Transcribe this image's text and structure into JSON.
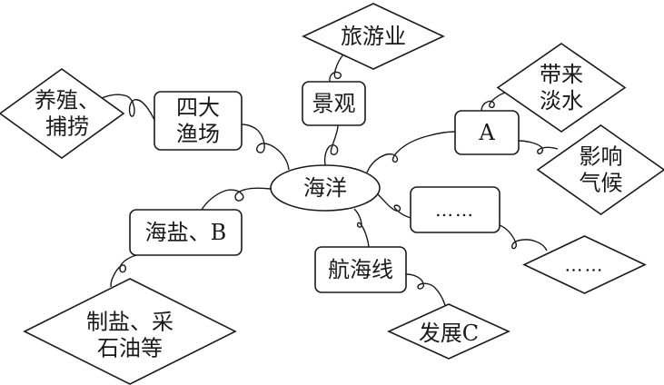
{
  "diagram": {
    "type": "mind-map",
    "center": {
      "id": "ocean",
      "shape": "ellipse",
      "lines": [
        "海洋"
      ]
    },
    "nodes": [
      {
        "id": "fisheries",
        "shape": "rounded-rect",
        "lines": [
          "四大",
          "渔场"
        ]
      },
      {
        "id": "aquaculture",
        "shape": "diamond",
        "lines": [
          "养殖、",
          "捕捞"
        ]
      },
      {
        "id": "scenery",
        "shape": "rounded-rect",
        "lines": [
          "景观"
        ]
      },
      {
        "id": "tourism",
        "shape": "diamond",
        "lines": [
          "旅游业"
        ]
      },
      {
        "id": "a",
        "shape": "rounded-rect",
        "lines": [
          "A"
        ]
      },
      {
        "id": "freshwater",
        "shape": "diamond",
        "lines": [
          "带来",
          "淡水"
        ]
      },
      {
        "id": "climate",
        "shape": "diamond",
        "lines": [
          "影响",
          "气候"
        ]
      },
      {
        "id": "more-box",
        "shape": "rounded-rect",
        "lines": [
          "……"
        ]
      },
      {
        "id": "more-diamond",
        "shape": "diamond",
        "lines": [
          "……"
        ]
      },
      {
        "id": "salt-b",
        "shape": "rounded-rect",
        "lines": [
          "海盐、B"
        ]
      },
      {
        "id": "salt-oil",
        "shape": "diamond",
        "lines": [
          "制盐、采",
          "石油等"
        ]
      },
      {
        "id": "shipping",
        "shape": "rounded-rect",
        "lines": [
          "航海线"
        ]
      },
      {
        "id": "develop-c",
        "shape": "diamond",
        "lines": [
          "发展C"
        ]
      }
    ],
    "edges": [
      [
        "ocean",
        "fisheries"
      ],
      [
        "fisheries",
        "aquaculture"
      ],
      [
        "ocean",
        "scenery"
      ],
      [
        "scenery",
        "tourism"
      ],
      [
        "ocean",
        "a"
      ],
      [
        "a",
        "freshwater"
      ],
      [
        "a",
        "climate"
      ],
      [
        "ocean",
        "more-box"
      ],
      [
        "more-box",
        "more-diamond"
      ],
      [
        "ocean",
        "salt-b"
      ],
      [
        "salt-b",
        "salt-oil"
      ],
      [
        "ocean",
        "shipping"
      ],
      [
        "shipping",
        "develop-c"
      ]
    ]
  },
  "colors": {
    "stroke": "#1a1a1a",
    "fill": "#ffffff",
    "background": "#ffffff"
  }
}
